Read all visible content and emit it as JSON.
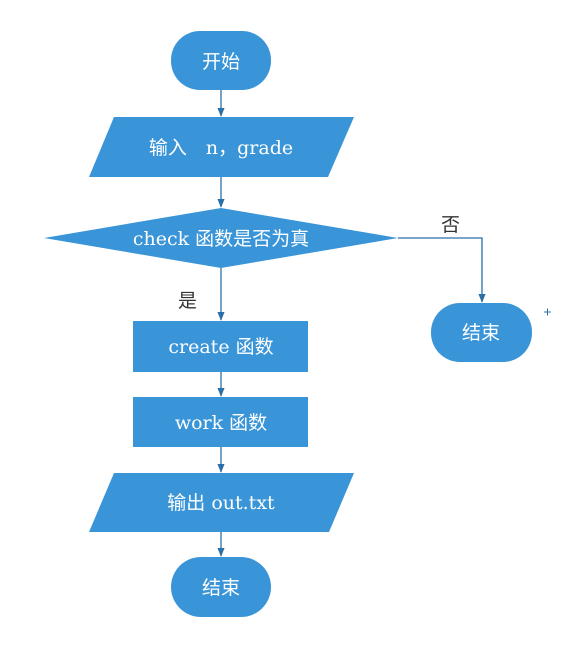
{
  "nodes": {
    "start": "开始",
    "input": "输入　n，grade",
    "decision": "check 函数是否为真",
    "create": "create 函数",
    "work": "work 函数",
    "output": "输出 out.txt",
    "end_main": "结束",
    "end_side": "结束"
  },
  "edges": {
    "yes_label": "是",
    "no_label": "否"
  },
  "colors": {
    "node_fill": "#3a95d8",
    "node_text": "#ffffff",
    "edge": "#2b6fa6",
    "label": "#333333"
  }
}
